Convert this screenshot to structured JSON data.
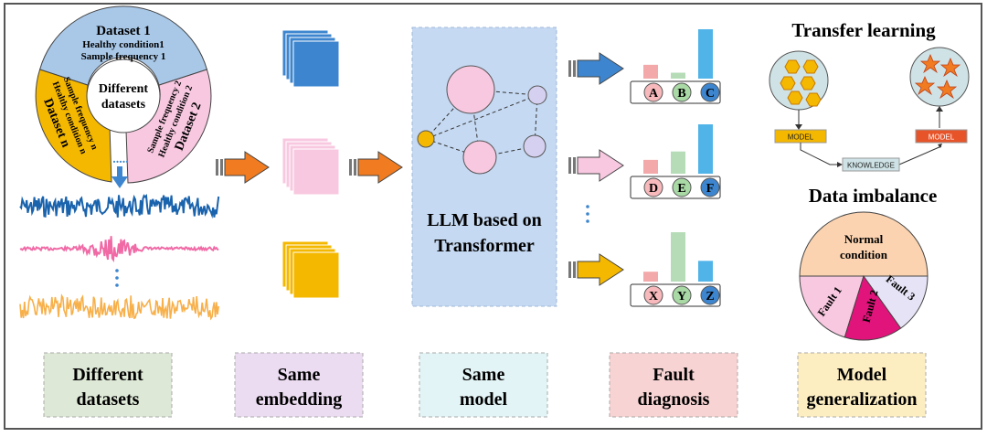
{
  "ring": {
    "dataset1": {
      "title": "Dataset 1",
      "line1": "Healthy condition1",
      "line2": "Sample frequency 1"
    },
    "dataset2": {
      "title": "Dataset 2",
      "line1": "Healthy condition 2",
      "line2": "Sample frequency 2"
    },
    "datasetn": {
      "title": "Dataset n",
      "line1": "Healthy condition n",
      "line2": "Sample frequency n"
    },
    "center_line1": "Different",
    "center_line2": "datasets",
    "ellipsis": "....."
  },
  "llm": {
    "line1": "LLM  based on",
    "line2": "Transformer"
  },
  "outputs": [
    {
      "labels": [
        "A",
        "B",
        "C"
      ],
      "values": [
        0.28,
        0.12,
        1.0
      ]
    },
    {
      "labels": [
        "D",
        "E",
        "F"
      ],
      "values": [
        0.28,
        0.45,
        1.0
      ]
    },
    {
      "labels": [
        "X",
        "Y",
        "Z"
      ],
      "values": [
        0.2,
        1.0,
        0.42
      ]
    }
  ],
  "transfer": {
    "title": "Transfer learning",
    "model_left": "MODEL",
    "model_right": "MODEL",
    "knowledge": "KNOWLEDGE"
  },
  "imbalance": {
    "title": "Data imbalance",
    "normal": "Normal",
    "normal2": "condition",
    "fault1": "Fault 1",
    "fault2": "Fault 2",
    "fault3": "Fault 3"
  },
  "bottom_labels": [
    {
      "line1": "Different",
      "line2": "datasets",
      "bg": "#dde8d6"
    },
    {
      "line1": "Same",
      "line2": "embedding",
      "bg": "#ecdcf2"
    },
    {
      "line1": "Same",
      "line2": "model",
      "bg": "#e3f4f6"
    },
    {
      "line1": "Fault",
      "line2": "diagnosis",
      "bg": "#f8d3d3"
    },
    {
      "line1": "Model",
      "line2": "generalization",
      "bg": "#fdeec2"
    }
  ],
  "colors": {
    "blue": "#3d86cf",
    "pink": "#f8c8e0",
    "yellow": "#f5b800",
    "orange": "#f07b20",
    "signal_blue": "#1a63ad",
    "signal_pink": "#f06aa6",
    "signal_yellow": "#f7b04a"
  }
}
